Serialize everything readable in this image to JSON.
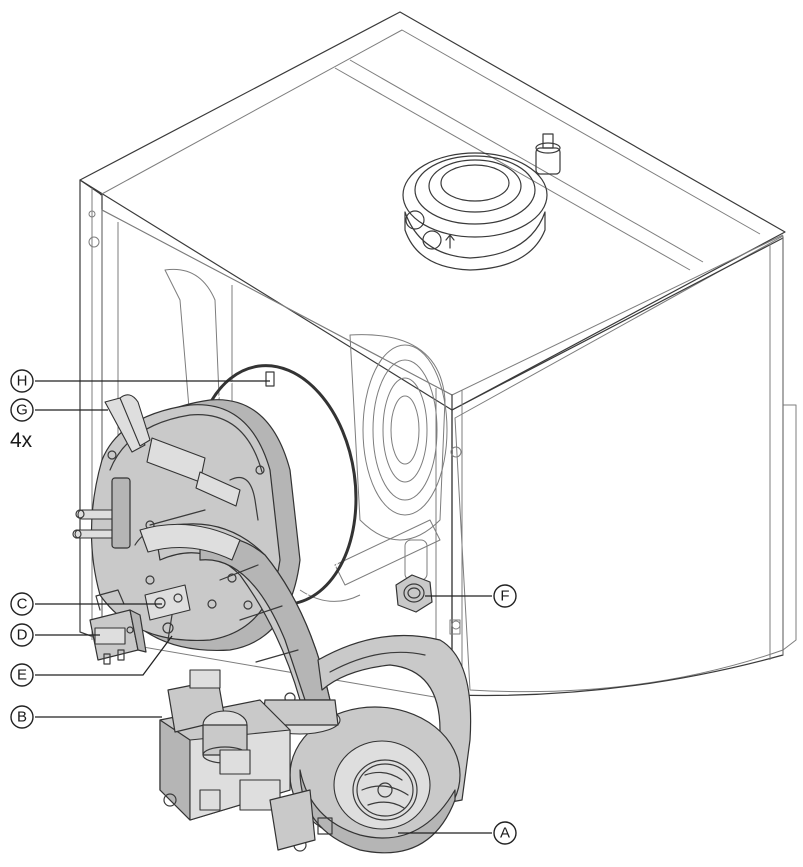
{
  "callouts": [
    {
      "letter": "A"
    },
    {
      "letter": "B"
    },
    {
      "letter": "C"
    },
    {
      "letter": "D"
    },
    {
      "letter": "E"
    },
    {
      "letter": "F"
    },
    {
      "letter": "G",
      "quantity": "4x"
    },
    {
      "letter": "H"
    }
  ]
}
